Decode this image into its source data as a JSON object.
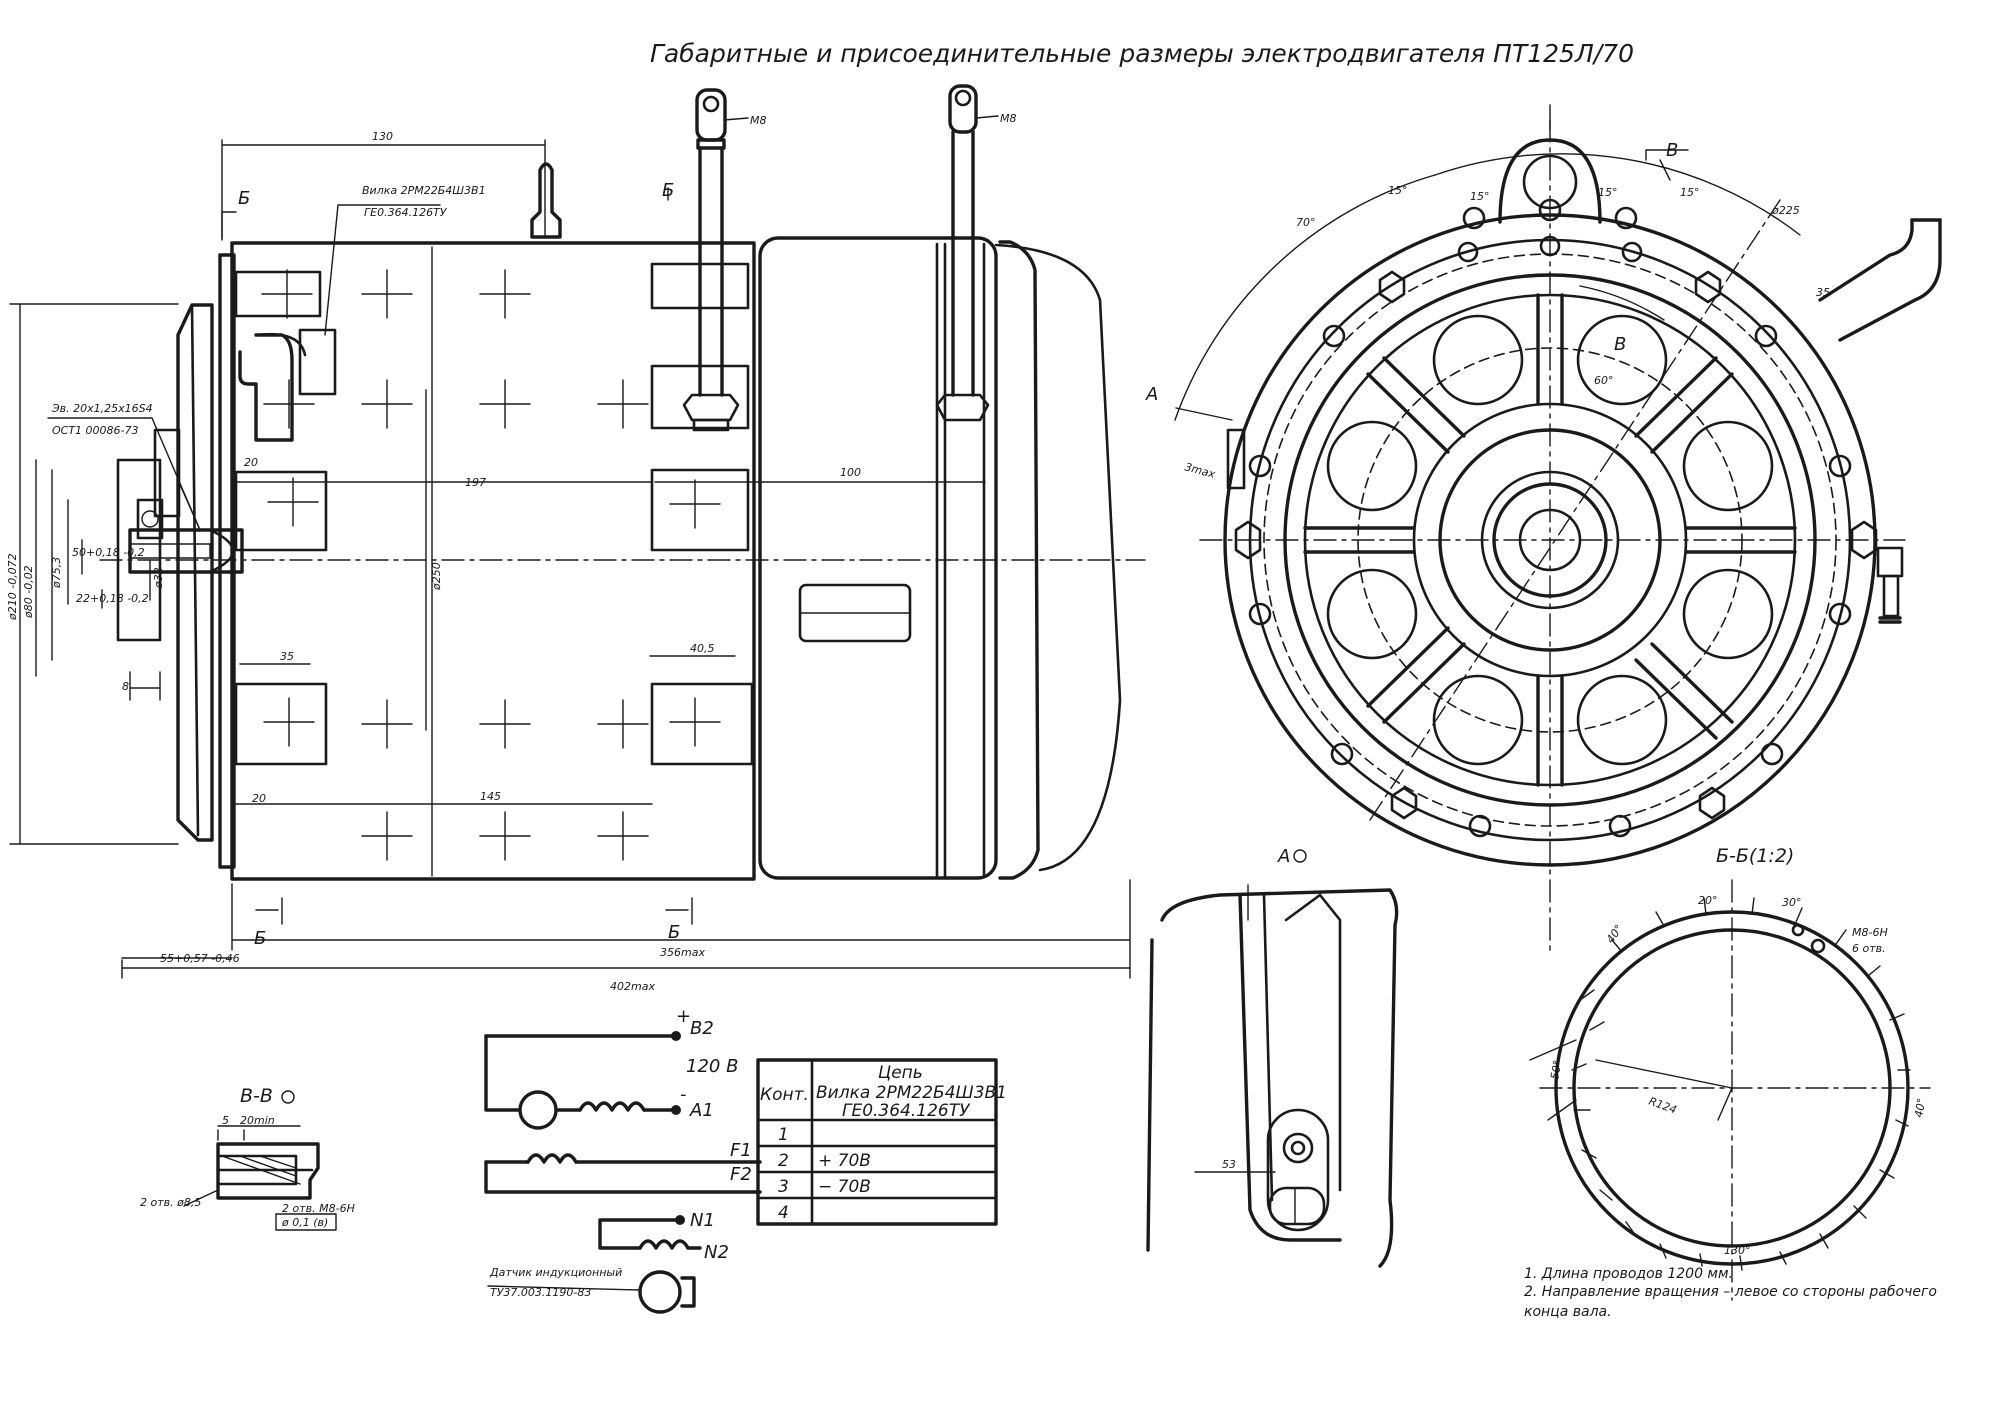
{
  "title": "Габаритные и присоединительные размеры электродвигателя ПТ125Л/70",
  "main_view": {
    "section_mark": "Б",
    "plug_callout": [
      "Вилка 2РМ22Б4Ш3В1",
      "ГЕ0.364.126ТУ"
    ],
    "spline_callout": [
      "Эв. 20х1,25х16S4",
      "ОСТ1 00086-73"
    ],
    "terminal_size": "M8",
    "dimensions": {
      "d130": "130",
      "d20a": "20",
      "d197": "197",
      "d100": "100",
      "d35a": "35",
      "d40_5": "40,5",
      "d20b": "20",
      "d145": "145",
      "d250": "ø250",
      "d356": "356max",
      "d402": "402max",
      "d55": "55+0,57 -0,46",
      "d8": "8",
      "d210": "ø210 -0,072",
      "d80": "ø80 -0,02",
      "d75": "ø75,3",
      "d50": "50+0,18 -0,2",
      "d22h": "22+0,18 -0,2",
      "d32": "ø32"
    }
  },
  "end_view": {
    "section_mark": "В",
    "angles": [
      "15°",
      "15°",
      "15°",
      "15°",
      "70°",
      "60°"
    ],
    "bolt_circle": "ø225",
    "dim_35": "35",
    "callout_a": "А",
    "callout_a_dim": "3max"
  },
  "detail_a": {
    "label": "А",
    "dim_53": "53"
  },
  "section_bb": {
    "label": "Б-Б(1:2)",
    "angles": [
      "20°",
      "30°",
      "40°",
      "50°",
      "40°",
      "130°"
    ],
    "thread": [
      "M8-6H",
      "6 отв."
    ],
    "radius": "R124"
  },
  "section_vv": {
    "label": "В-В",
    "dims": [
      "5",
      "20min"
    ],
    "hole_note": "2 отв. ø8,5",
    "thread_note": [
      "2 отв. M8-6H",
      "ø 0,1 (в)"
    ]
  },
  "schematic": {
    "voltage": "120 В",
    "terminals": {
      "plus": "+",
      "minus": "-",
      "b2": "B2",
      "a1": "A1",
      "f1": "F1",
      "f2": "F2",
      "n1": "N1",
      "n2": "N2"
    },
    "sensor_label": [
      "Датчик индукционный",
      "ТУ37.003.1190-83"
    ]
  },
  "table": {
    "headers": [
      "Конт.",
      "Цепь",
      "Вилка 2РМ22Б4Ш3В1",
      "ГЕ0.364.126ТУ"
    ],
    "rows": [
      {
        "num": "1",
        "circuit": ""
      },
      {
        "num": "2",
        "circuit": "+ 70В"
      },
      {
        "num": "3",
        "circuit": "− 70В"
      },
      {
        "num": "4",
        "circuit": ""
      }
    ]
  },
  "notes": [
    "1. Длина проводов 1200 мм.",
    "2. Направление вращения – левое со стороны рабочего",
    "конца вала."
  ]
}
